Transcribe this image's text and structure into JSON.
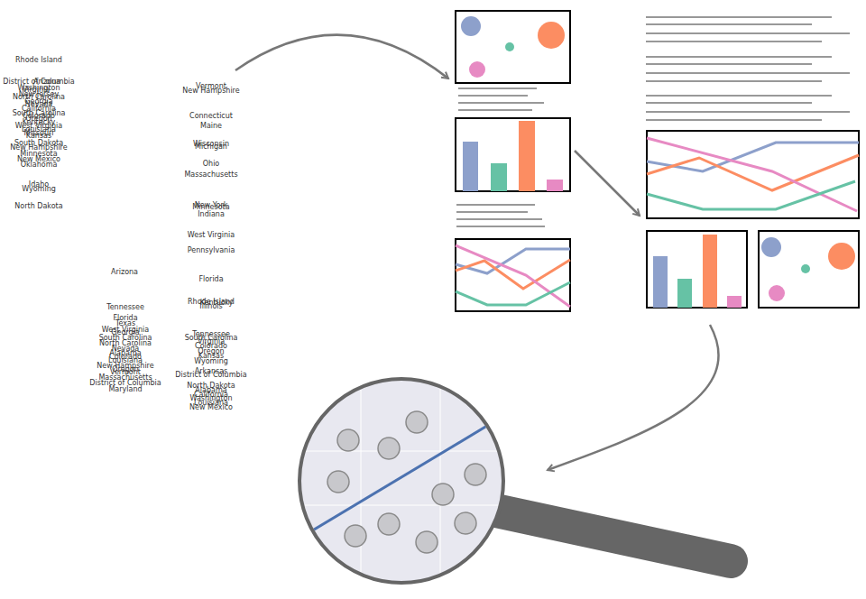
{
  "diagram": {
    "labels": [
      "Rhode Island",
      "District of Columbia",
      "Arizona",
      "Washington",
      "Virginia",
      "New Jersey",
      "North Carolina",
      "Georgia",
      "Nevada",
      "California",
      "South Carolina",
      "Colorado",
      "Oregon",
      "Kentucky",
      "West Virginia",
      "Louisiana",
      "Missouri",
      "Kansas",
      "South Dakota",
      "New Hampshire",
      "Minnesota",
      "New Mexico",
      "Oklahoma",
      "Idaho",
      "Wyoming",
      "North Dakota",
      "Arizona",
      "Tennessee",
      "Florida",
      "Texas",
      "West Virginia",
      "Georgia",
      "South Carolina",
      "North Carolina",
      "Nevada",
      "Alabama",
      "Colorado",
      "Louisiana",
      "New Hampshire",
      "Oregon",
      "Vermont",
      "Massachusetts",
      "District of Columbia",
      "Maryland",
      "Vermont",
      "New Hampshire",
      "Connecticut",
      "Maine",
      "Wisconsin",
      "Michigan",
      "Ohio",
      "Massachusetts",
      "New York",
      "Minnesota",
      "Indiana",
      "West Virginia",
      "Pennsylvania",
      "Florida",
      "Rhode Island",
      "Kentucky",
      "Illinois",
      "Tennessee",
      "South Carolina",
      "Virginia",
      "Colorado",
      "Oregon",
      "Kansas",
      "Wyoming",
      "Arkansas",
      "District of Columbia",
      "North Dakota",
      "Alabama",
      "California",
      "Washington",
      "Louisiana",
      "New Mexico"
    ]
  }
}
